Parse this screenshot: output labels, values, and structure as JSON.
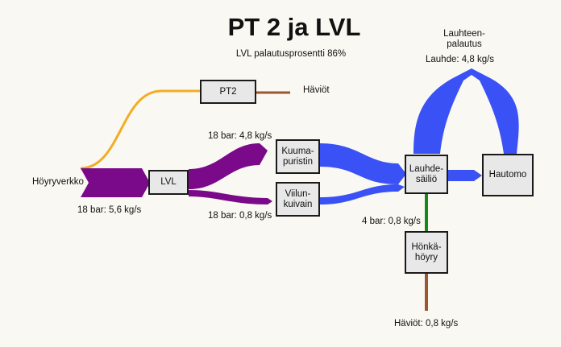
{
  "title": "PT 2 ja LVL",
  "subtitle": "LVL palautusprosentti 86%",
  "nodes": {
    "pt2": "PT2",
    "lvl": "LVL",
    "kuumapuristin": [
      "Kuuma-",
      "puristin"
    ],
    "viilunkuivain": [
      "Viilun-",
      "kuivain"
    ],
    "lauhdesailio": [
      "Lauhde-",
      "säiliö"
    ],
    "hautomo": "Hautomo",
    "honkahoyry": [
      "Hönkä-",
      "höyry"
    ]
  },
  "labels": {
    "hoyryverkko": "Höyryverkko",
    "supply": "18 bar: 5,6 kg/s",
    "to_press": "18 bar: 4,8 kg/s",
    "to_dryer": "18 bar: 0,8 kg/s",
    "haviot_top": "Häviöt",
    "lauhteenpalautus": [
      "Lauhteen-",
      "palautus"
    ],
    "lauhde": "Lauhde: 4,8 kg/s",
    "vent": "4 bar: 0,8 kg/s",
    "haviot_bottom": "Häviöt: 0,8 kg/s"
  },
  "colors": {
    "steam18": "#7a0a8a",
    "condensate": "#3a52f5",
    "pt2_line": "#f2ad25",
    "loss": "#9c5630",
    "vent4": "#168a16"
  }
}
